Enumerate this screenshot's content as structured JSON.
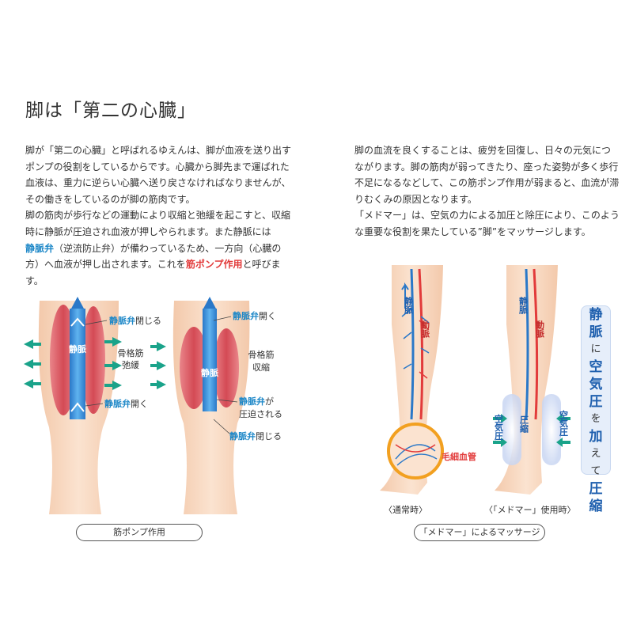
{
  "title": "脚は「第二の心臓」",
  "left_text": {
    "p1": "脚が「第二の心臓」と呼ばれるゆえんは、脚が血液を送り出すポンプの役割をしているからです。心臓から脚先まで運ばれた血液は、重力に逆らい心臓へ送り戻さなければなりませんが、その働きをしているのが脚の筋肉です。",
    "p2": "脚の筋肉が歩行などの運動により収縮と弛緩を起こすと、収縮時に静脈が圧迫され血液が押しやられます。また静脈には",
    "valve_word": "静脈弁",
    "p2b": "（逆流防止弁）が備わっているため、一方向（心臓の方）へ血液が押し出されます。これを",
    "pump_word": "筋ポンプ作用",
    "p2c": "と呼びます。"
  },
  "right_text": {
    "p1": "脚の血流を良くすることは、疲労を回復し、日々の元気につながります。脚の筋肉が弱ってきたり、座った姿勢が多く歩行不足になるなどして、この筋ポンプ作用が弱まると、血流が滞りむくみの原因となります。",
    "p2": "「メドマー」は、空気の力による加圧と除圧により、このような重要な役割を果たしている”脚”をマッサージします。"
  },
  "left_diagram": {
    "caption": "筋ポンプ作用",
    "vein_label": "静脈",
    "leg1": {
      "valve_close_word": "静脈弁",
      "valve_close_suffix": "閉じる",
      "muscle_line1": "骨格筋",
      "muscle_line2": "弛緩",
      "valve_open_word": "静脈弁",
      "valve_open_suffix": "開く"
    },
    "leg2": {
      "valve_open_word": "静脈弁",
      "valve_open_suffix": "開く",
      "muscle_line1": "骨格筋",
      "muscle_line2": "収縮",
      "valve_pressed_word": "静脈弁",
      "valve_pressed_suffix": "が",
      "valve_pressed_line2": "圧迫される",
      "valve_close_word": "静脈弁",
      "valve_close_suffix": "閉じる"
    }
  },
  "right_diagram": {
    "caption": "「メドマー」によるマッサージ",
    "vein_label": "静脈",
    "artery_label": "動脈",
    "capillary_label": "毛細血管",
    "label_normal": "〈通常時〉",
    "label_use": "〈「メドマー」使用時〉",
    "air_pressure_left": "空気圧",
    "air_pressure_right": "空気圧",
    "compress_label": "圧縮",
    "vertical_caption": [
      "静",
      "脈",
      "に",
      "空",
      "気",
      "圧",
      "を",
      "加",
      "え",
      "て",
      "圧",
      "縮"
    ]
  },
  "colors": {
    "accent_blue": "#1e88c8",
    "accent_red": "#e23b3b",
    "arrow_green": "#1aa38a",
    "skin": "#f9dcc4",
    "vertical_caption_text": "#1e5fae"
  }
}
